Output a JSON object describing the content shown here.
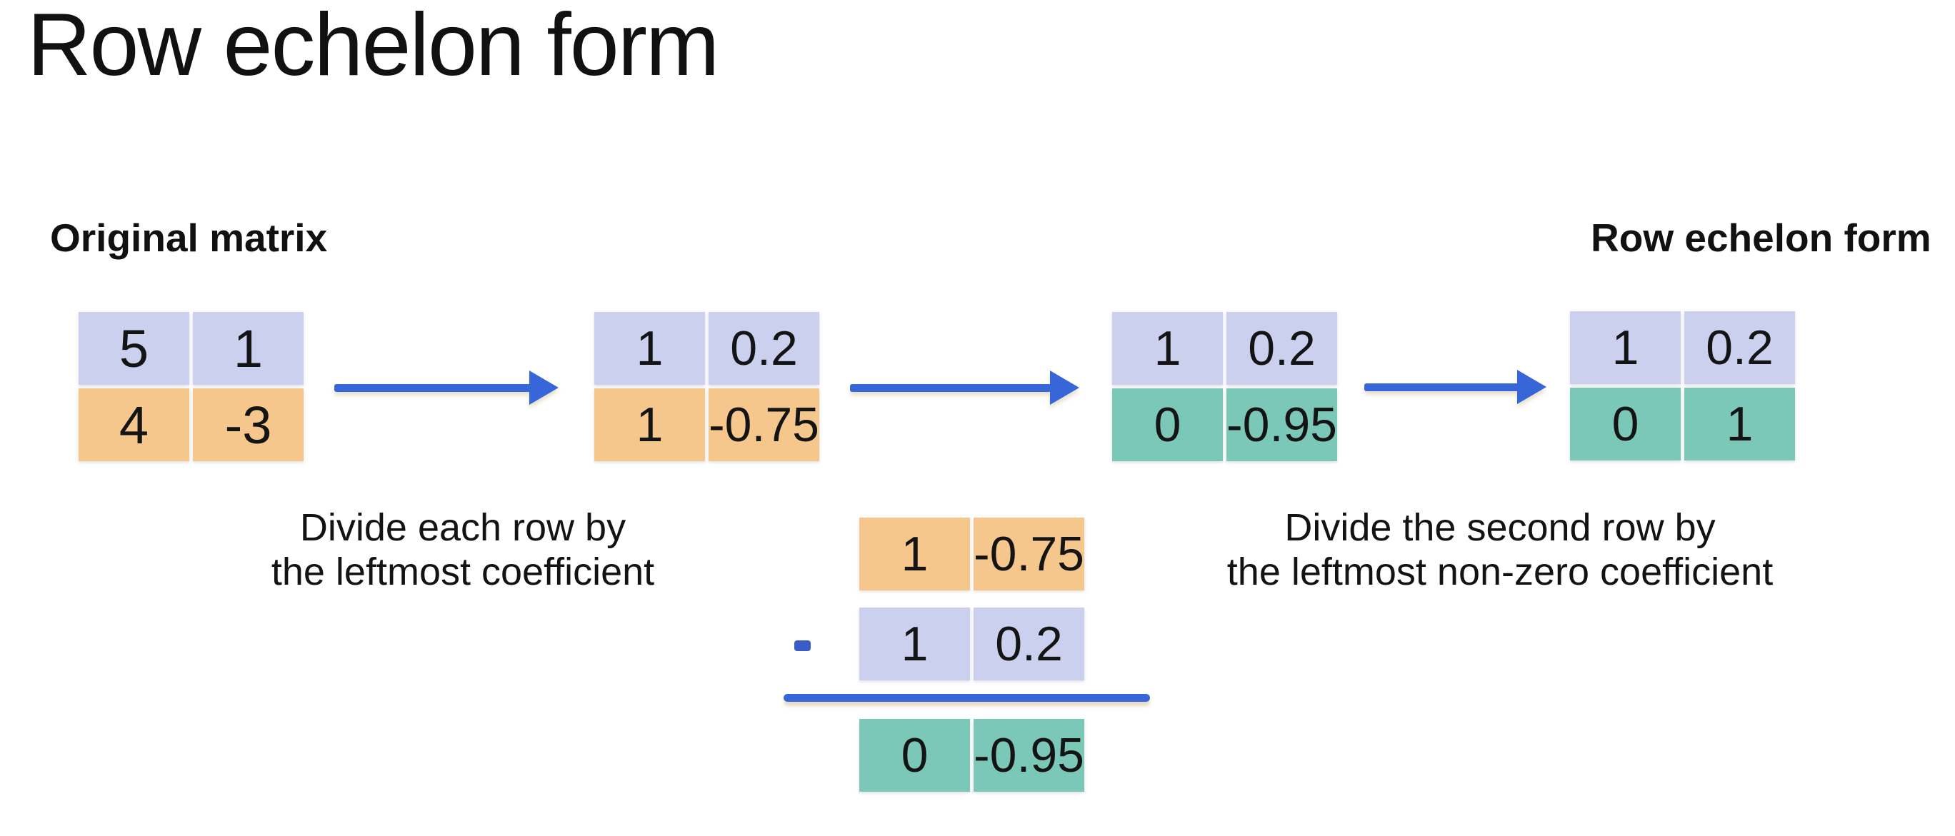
{
  "title": "Row echelon form",
  "labels": {
    "left": "Original matrix",
    "right": "Row echelon form"
  },
  "matrices": [
    {
      "id": "original",
      "rows": [
        {
          "tone": "lavender",
          "cells": [
            "5",
            "1"
          ]
        },
        {
          "tone": "orange",
          "cells": [
            "4",
            "-3"
          ]
        }
      ]
    },
    {
      "id": "divided-by-leftmost",
      "rows": [
        {
          "tone": "lavender",
          "cells": [
            "1",
            "0.2"
          ]
        },
        {
          "tone": "orange",
          "cells": [
            "1",
            "-0.75"
          ]
        }
      ]
    },
    {
      "id": "second-row-eliminated",
      "rows": [
        {
          "tone": "lavender",
          "cells": [
            "1",
            "0.2"
          ]
        },
        {
          "tone": "teal",
          "cells": [
            "0",
            "-0.95"
          ]
        }
      ]
    },
    {
      "id": "row-echelon-result",
      "rows": [
        {
          "tone": "lavender",
          "cells": [
            "1",
            "0.2"
          ]
        },
        {
          "tone": "teal",
          "cells": [
            "0",
            "1"
          ]
        }
      ]
    }
  ],
  "captions": {
    "step1": [
      "Divide each row by",
      "the leftmost coefficient"
    ],
    "step2": [
      "Divide the second row by",
      "the leftmost non-zero coefficient"
    ]
  },
  "subtraction": {
    "operator": "-",
    "minuend": {
      "tone": "orange",
      "cells": [
        "1",
        "-0.75"
      ]
    },
    "subtrahend": {
      "tone": "lavender",
      "cells": [
        "1",
        "0.2"
      ]
    },
    "result": {
      "tone": "teal",
      "cells": [
        "0",
        "-0.95"
      ]
    }
  },
  "colors": {
    "lavender": "#cad0ed",
    "orange": "#f5c78c",
    "teal": "#7bc8b8",
    "arrow_blue": "#3766d9",
    "text": "#131313",
    "background": "#ffffff"
  }
}
